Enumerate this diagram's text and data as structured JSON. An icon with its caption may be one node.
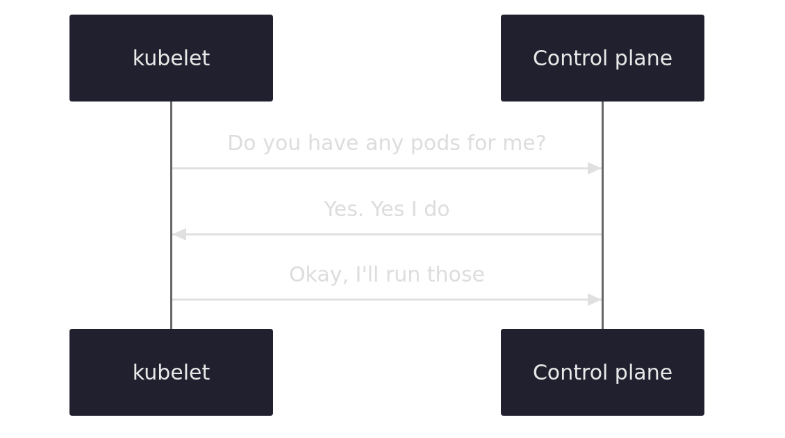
{
  "diagram": {
    "nodes": [
      {
        "text": [
          "kubelet"
        ]
      },
      {
        "text": [
          "Control plane"
        ]
      },
      {
        "text": [],
        "shape": "bar"
      },
      {
        "text": [],
        "shape": "bar"
      },
      {
        "text": [
          "kubelet"
        ]
      },
      {
        "text": [
          "Control plane"
        ]
      }
    ],
    "edges": [
      {
        "from": 2,
        "to": 3,
        "arrow": "to",
        "label": "Do you have any pods for me?"
      },
      {
        "from": 3,
        "to": 2,
        "arrow": "to",
        "label": "Yes. Yes I do"
      },
      {
        "from": 2,
        "to": 3,
        "arrow": "to",
        "label": "Okay, I'll run those"
      }
    ]
  }
}
